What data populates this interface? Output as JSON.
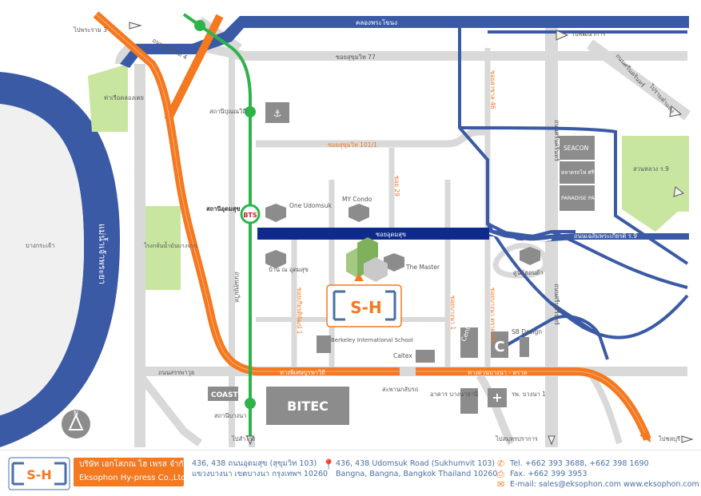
{
  "map": {
    "roads": {
      "khlong_phra_khanong": "คลองพระโขนง",
      "to_rama3": "ไปพระราม 3",
      "rama4": "ถนนพระราม 4",
      "soi_sukhumvit77": "ซอยสุขุมวิท 77",
      "to_phatthanakan": "ไปพัฒนาการ",
      "srinakarin_upper": "ถนนศรีนครินทร์",
      "to_ramkhamhaeng": "ไปรามคำแหง",
      "soi_lasalle_46": "ซอยลาซาล 46",
      "soi_sukhumvit101_1": "ซอยสุขุมวิท 101/1",
      "srinakarin_mid": "ถนนศรีนครินทร์",
      "soi_29": "ซอย 29",
      "soi_udomsuk": "ซอยอุดมสุข",
      "chaloem_phrakiat": "ถนนเฉลิมพระเกียรติ ร.9",
      "sukhumvit": "ถนนสุขุมวิท",
      "soi_kiattiphat_1": "ซอยเกียรติพัฒน์ 1",
      "soi_bangna_1": "ซอยบางนา 1",
      "soi_bangna_trat_23": "ซอยบางนา ตราด 23",
      "srinakarin_lower": "ถนนศรีนครินทร์",
      "sapphawut": "ถนนสรรพาวุธ",
      "expressway_burapha_withi": "ทางพิเศษบูรพาวิถี",
      "highway_bangna_trat": "ทางด่วนบางนา - ตราด",
      "to_samut_prakan_center": "ไปสำโรง",
      "to_samut_prakan": "ไปสมุทรปราการ",
      "to_chonburi": "ไปชลบุรี"
    },
    "places": {
      "river": "แม่น้ำเจ้าพระยา",
      "bang_krachao": "บางกระเจ้า",
      "khlong_toei_port": "ท่าเรือคลองเตย",
      "bang_chak_refinery": "โรงกลั่นน้ำมันบางจาก",
      "punnawithi_station": "สถานีปุณณวิถี",
      "udomsuk_station": "สถานีอุดมสุข",
      "bangna_station": "สถานีบางนา",
      "one_udomsuk": "One Udomsuk",
      "my_condo": "MY Condo",
      "ban_nai_udomsuk": "บ้าน ณ อุดมสุข",
      "the_master": "The Master",
      "seacon": "SEACON",
      "talad_rot_fai": "ตลาดรถไฟ ศรีนครินทร์",
      "paradise_park": "PARADISE PARK",
      "suan_luang_r9": "สวนหลวง ร.9",
      "shopping_center": "ศูนย์ฮอนด้า",
      "berkeley_school": "Berkeley International School",
      "caltex": "Caltex",
      "sb_design": "SB Design",
      "central": "Central",
      "coast": "COAST",
      "bitec": "BITEC",
      "bangna_bridge": "สะพานกลับรถ",
      "bangna_tower": "อาคาร บางนาธานี",
      "bangna1_hospital": "รพ. บางนา 1",
      "compass_n": "N",
      "sh_logo_text": "S-H"
    }
  },
  "footer": {
    "logo_text": "S-H",
    "company_th": "บริษัท เอกโสภณ ไฮ เพรส จำกัด",
    "company_en": "Eksophon Hy-press Co.,Ltd.",
    "address_th_line1": "436, 438 ถนนอุดมสุข (สุขุมวิท 103)",
    "address_th_line2": "แขวงบางนา เขตบางนา กรุงเทพฯ 10260",
    "address_en_line1": "436, 438 Udomsuk Road (Sukhumvit 103)",
    "address_en_line2": "Bangna, Bangna, Bangkok Thailand 10260",
    "tel": "Tel. +662 393 3688, +662 398 1690",
    "fax": "Fax. +662 399 3953",
    "email": "E-mail: sales@eksophon.com www.eksophon.com"
  },
  "colors": {
    "road_gray": "#d9d9d9",
    "expressway_blue": "#3b5aa6",
    "udomsuk_navy": "#0d2a8c",
    "highway_orange": "#f47920",
    "bts_green": "#2db34a",
    "park_green": "#c8e6a0",
    "river_blue": "#3b5aa6"
  },
  "icons": {
    "pin": "location-pin-icon",
    "phone": "phone-icon",
    "fax": "fax-icon",
    "mail": "mail-icon"
  }
}
